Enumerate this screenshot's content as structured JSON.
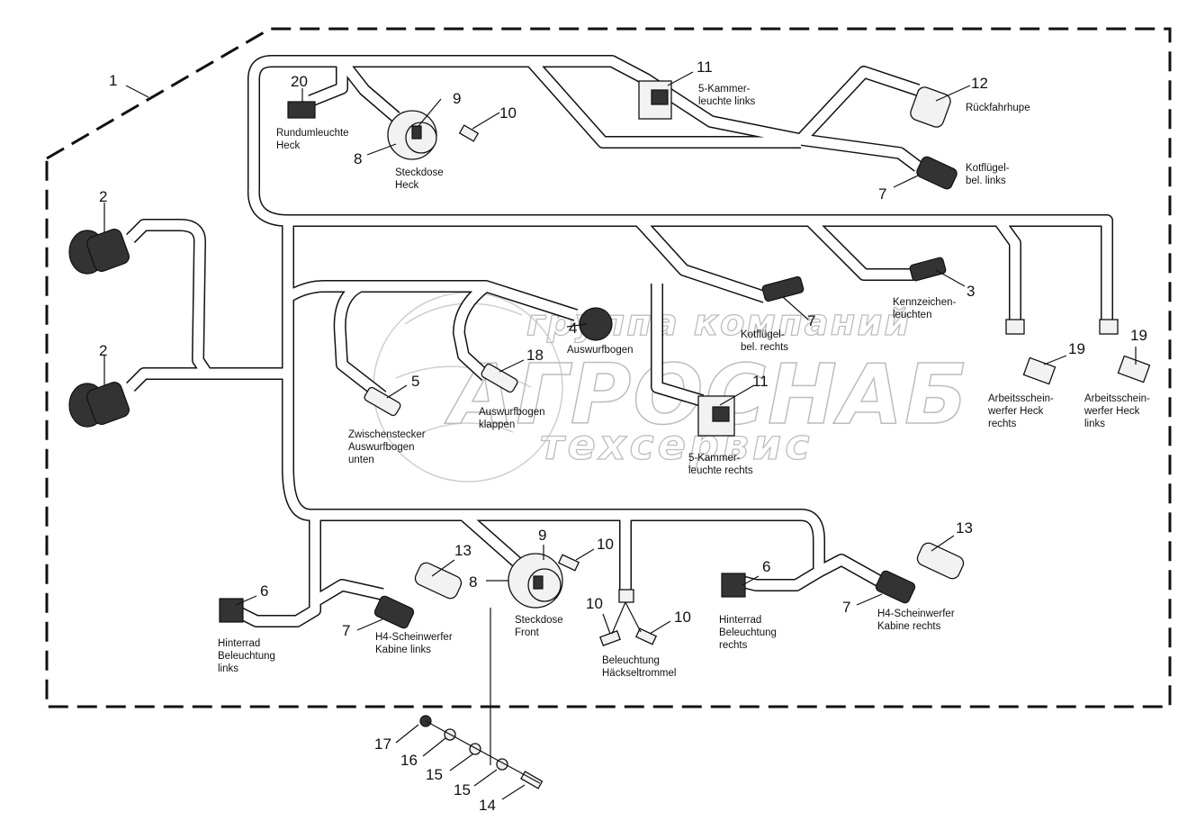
{
  "diagram": {
    "type": "wiring-harness-parts-diagram",
    "watermark": {
      "line1": "группа компаний",
      "line2": "АГРОСНАБ",
      "line3": "техсервис"
    },
    "callouts": [
      {
        "id": "c1",
        "number": "1"
      },
      {
        "id": "c2a",
        "number": "2"
      },
      {
        "id": "c2b",
        "number": "2"
      },
      {
        "id": "c3",
        "number": "3",
        "label": [
          "Kennzeichen-",
          "leuchten"
        ]
      },
      {
        "id": "c4",
        "number": "4",
        "label": [
          "Auswurfbogen"
        ]
      },
      {
        "id": "c5",
        "number": "5",
        "label": [
          "Zwischenstecker",
          "Auswurfbogen",
          "unten"
        ]
      },
      {
        "id": "c6a",
        "number": "6",
        "label": [
          "Hinterrad",
          "Beleuchtung",
          "links"
        ]
      },
      {
        "id": "c6b",
        "number": "6",
        "label": [
          "Hinterrad",
          "Beleuchtung",
          "rechts"
        ]
      },
      {
        "id": "c7a",
        "number": "7",
        "label": [
          "Kotflügel-",
          "bel. links"
        ]
      },
      {
        "id": "c7b",
        "number": "7",
        "label": [
          "Kotflügel-",
          "bel. rechts"
        ]
      },
      {
        "id": "c7c",
        "number": "7",
        "label": [
          "H4-Scheinwerfer",
          "Kabine links"
        ]
      },
      {
        "id": "c7d",
        "number": "7",
        "label": [
          "H4-Scheinwerfer",
          "Kabine rechts"
        ]
      },
      {
        "id": "c8a",
        "number": "8",
        "label": [
          "Steckdose",
          "Heck"
        ]
      },
      {
        "id": "c8b",
        "number": "8",
        "label": [
          "Steckdose",
          "Front"
        ]
      },
      {
        "id": "c9a",
        "number": "9"
      },
      {
        "id": "c9b",
        "number": "9"
      },
      {
        "id": "c10a",
        "number": "10"
      },
      {
        "id": "c10b",
        "number": "10"
      },
      {
        "id": "c10c",
        "number": "10"
      },
      {
        "id": "c10d",
        "number": "10",
        "label": [
          "Beleuchtung",
          "Häckseltrommel"
        ]
      },
      {
        "id": "c11a",
        "number": "11",
        "label": [
          "5-Kammer-",
          "leuchte links"
        ]
      },
      {
        "id": "c11b",
        "number": "11",
        "label": [
          "5-Kammer-",
          "leuchte rechts"
        ]
      },
      {
        "id": "c12",
        "number": "12",
        "label": [
          "Rückfahrhupe"
        ]
      },
      {
        "id": "c13a",
        "number": "13"
      },
      {
        "id": "c13b",
        "number": "13"
      },
      {
        "id": "c14",
        "number": "14"
      },
      {
        "id": "c15a",
        "number": "15"
      },
      {
        "id": "c15b",
        "number": "15"
      },
      {
        "id": "c16",
        "number": "16"
      },
      {
        "id": "c17",
        "number": "17"
      },
      {
        "id": "c18",
        "number": "18",
        "label": [
          "Auswurfbogen",
          "klappen"
        ]
      },
      {
        "id": "c19a",
        "number": "19",
        "label": [
          "Arbeitsschein-",
          "werfer Heck",
          "rechts"
        ]
      },
      {
        "id": "c19b",
        "number": "19",
        "label": [
          "Arbeitsschein-",
          "werfer Heck",
          "links"
        ]
      },
      {
        "id": "c20",
        "number": "20",
        "label": [
          "Rundumleuchte",
          "Heck"
        ]
      }
    ]
  }
}
